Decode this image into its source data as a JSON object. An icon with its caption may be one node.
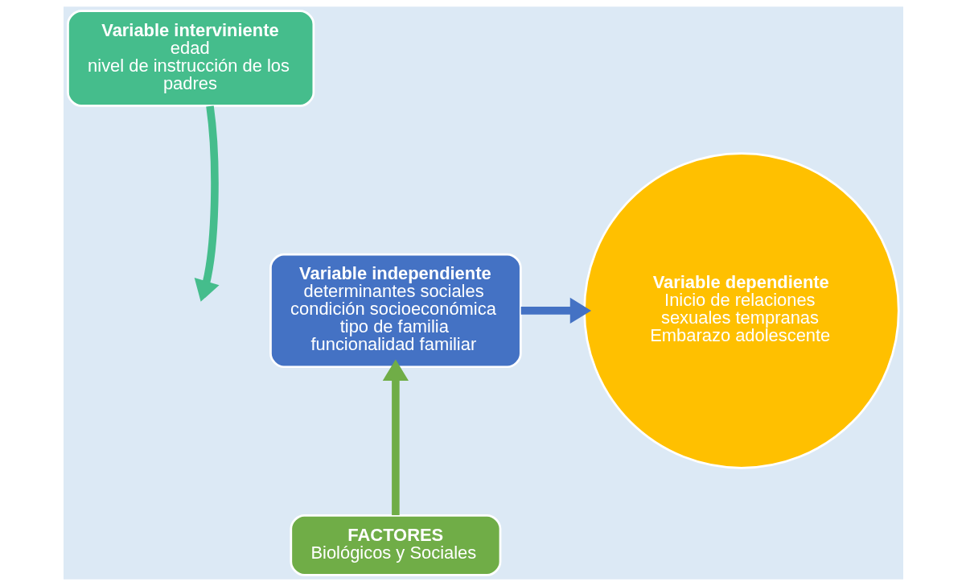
{
  "diagram": {
    "nodes": [
      {
        "text": [
          "Variable interviniente",
          "edad",
          "nivel de instrucción de los padres"
        ]
      },
      {
        "text": [
          "Variable independiente",
          "determinantes sociales",
          "condición socioeconómica",
          "tipo de familia",
          "funcionalidad familiar"
        ]
      },
      {
        "text": [
          "Variable dependiente",
          "Inicio de relaciones sexuales tempranas",
          "Embarazo adolescente"
        ]
      },
      {
        "text": [
          "FACTORES",
          "Biológicos y Sociales"
        ]
      }
    ],
    "edges": [
      {
        "from": 0,
        "to": null,
        "arrow": "to",
        "color": "#45bd8c"
      },
      {
        "from": 1,
        "to": 2,
        "arrow": "to",
        "color": "#4472c4"
      },
      {
        "from": 3,
        "to": 1,
        "arrow": "to",
        "color": "#70ad47"
      }
    ]
  }
}
